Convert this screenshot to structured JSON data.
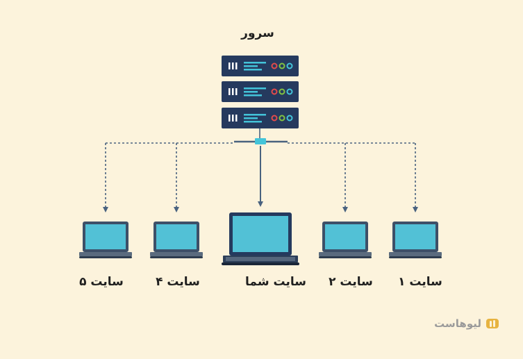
{
  "diagram": {
    "server_label": "سرور",
    "sites": [
      {
        "label": "سایت ۵",
        "kind": "site"
      },
      {
        "label": "سایت ۴",
        "kind": "site"
      },
      {
        "label": "سایت شما",
        "kind": "yours"
      },
      {
        "label": "سایت ۲",
        "kind": "site"
      },
      {
        "label": "سایت ۱",
        "kind": "site"
      }
    ]
  },
  "brand": {
    "name": "لیوهاست",
    "logo_icon": "liohost-logo-icon"
  },
  "colors": {
    "background": "#fcf3dc",
    "server": "#253a5e",
    "connector": "#49627f",
    "hub": "#43c4d9",
    "screen": "#52c1d6",
    "brand_gold": "#e7b340"
  }
}
